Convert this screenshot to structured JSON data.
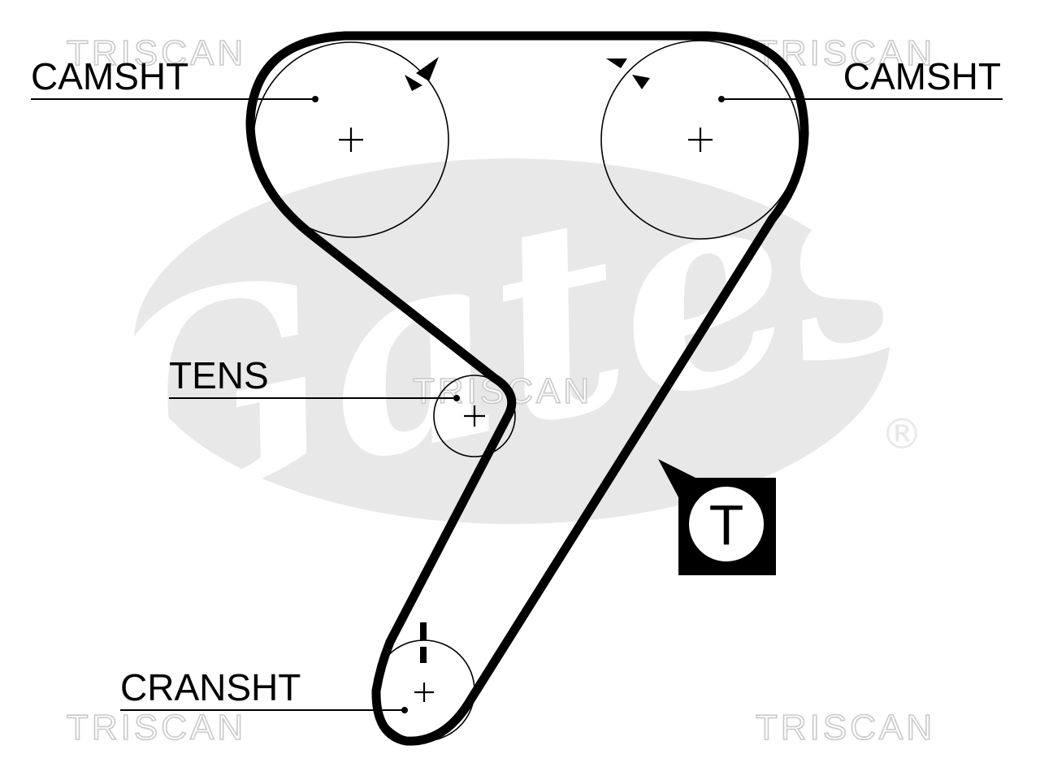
{
  "watermarks": {
    "top_left": "TRISCAN",
    "top_right": "TRISCAN",
    "center": "TRISCAN",
    "bottom_left": "TRISCAN",
    "bottom_right": "TRISCAN"
  },
  "logo": {
    "text": "Gates",
    "registered_mark": "®",
    "color": "#e8e8e8"
  },
  "labels": {
    "camshaft_left": "CAMSHT",
    "camshaft_right": "CAMSHT",
    "tensioner": "TENS",
    "crankshaft": "CRANSHT"
  },
  "tensioner_symbol": {
    "letter": "T"
  },
  "colors": {
    "belt": "#000000",
    "watermark_outline": "#c9c9c9",
    "logo_fill": "#e8e8e8"
  }
}
